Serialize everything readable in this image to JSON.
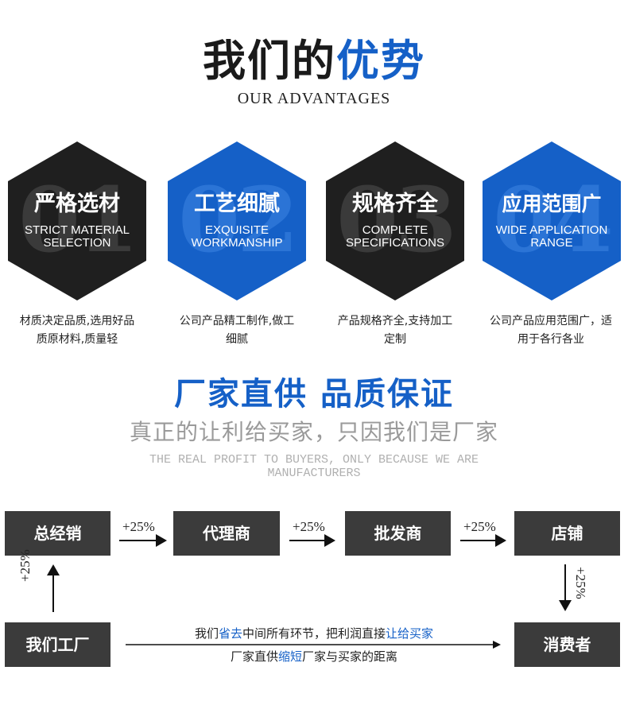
{
  "header": {
    "title_dark": "我们的",
    "title_blue": "优势",
    "subtitle": "OUR ADVANTAGES"
  },
  "advantages": [
    {
      "number": "01",
      "title": "严格选材",
      "en_line1": "STRICT MATERIAL",
      "en_line2": "SELECTION",
      "desc_line1": "材质决定品质,选用好品",
      "desc_line2": "质原材料,质量轻",
      "color": "#1f1f1f"
    },
    {
      "number": "02",
      "title": "工艺细腻",
      "en_line1": "EXQUISITE",
      "en_line2": "WORKMANSHIP",
      "desc_line1": "公司产品精工制作,做工",
      "desc_line2": "细腻",
      "color": "#1560c7"
    },
    {
      "number": "03",
      "title": "规格齐全",
      "en_line1": "COMPLETE",
      "en_line2": "SPECIFICATIONS",
      "desc_line1": "产品规格齐全,支持加工",
      "desc_line2": "定制",
      "color": "#1f1f1f"
    },
    {
      "number": "04",
      "title": "应用范围广",
      "en_line1": "WIDE APPLICATION",
      "en_line2": "RANGE",
      "desc_line1": "公司产品应用范围广，适",
      "desc_line2": "用于各行各业",
      "color": "#1560c7"
    }
  ],
  "section2": {
    "title": "厂家直供  品质保证",
    "subtitle": "真正的让利给买家，只因我们是厂家",
    "en_line1": "THE REAL PROFIT TO BUYERS, ONLY BECAUSE WE ARE",
    "en_line2": "MANUFACTURERS"
  },
  "flow": {
    "nodes": [
      "总经销",
      "代理商",
      "批发商",
      "店铺",
      "我们工厂",
      "消费者"
    ],
    "markup": "+25%",
    "message1": {
      "pre": "我们",
      "hl1": "省去",
      "mid": "中间所有环节，把利润直接",
      "hl2": "让给买家"
    },
    "message2": {
      "pre": "厂家直供",
      "hl1": "缩短",
      "post": "厂家与买家的距离"
    }
  },
  "colors": {
    "blue": "#1560c7",
    "dark": "#1f1f1f",
    "box": "#3b3b3b"
  }
}
